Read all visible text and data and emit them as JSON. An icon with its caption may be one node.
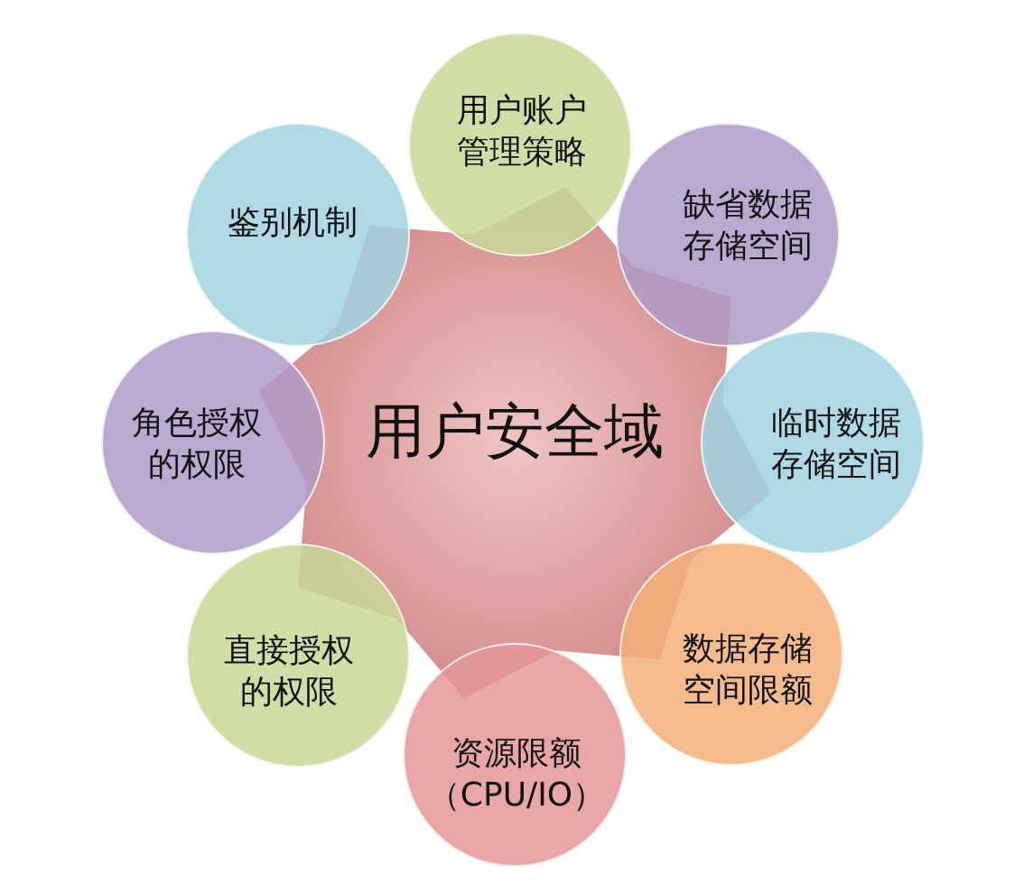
{
  "diagram": {
    "nodes": [
      {
        "text": [
          "用户安全域"
        ]
      },
      {
        "text": [
          "用户账户管理策略"
        ]
      },
      {
        "text": [
          "缺省数据存储空间"
        ]
      },
      {
        "text": [
          "临时数据存储空间"
        ]
      },
      {
        "text": [
          "数据存储空间限额"
        ]
      },
      {
        "text": [
          "资源限额（CPU/IO）"
        ]
      },
      {
        "text": [
          "直接授权的权限"
        ]
      },
      {
        "text": [
          "角色授权的权限"
        ]
      },
      {
        "text": [
          "鉴别机制"
        ]
      }
    ]
  }
}
